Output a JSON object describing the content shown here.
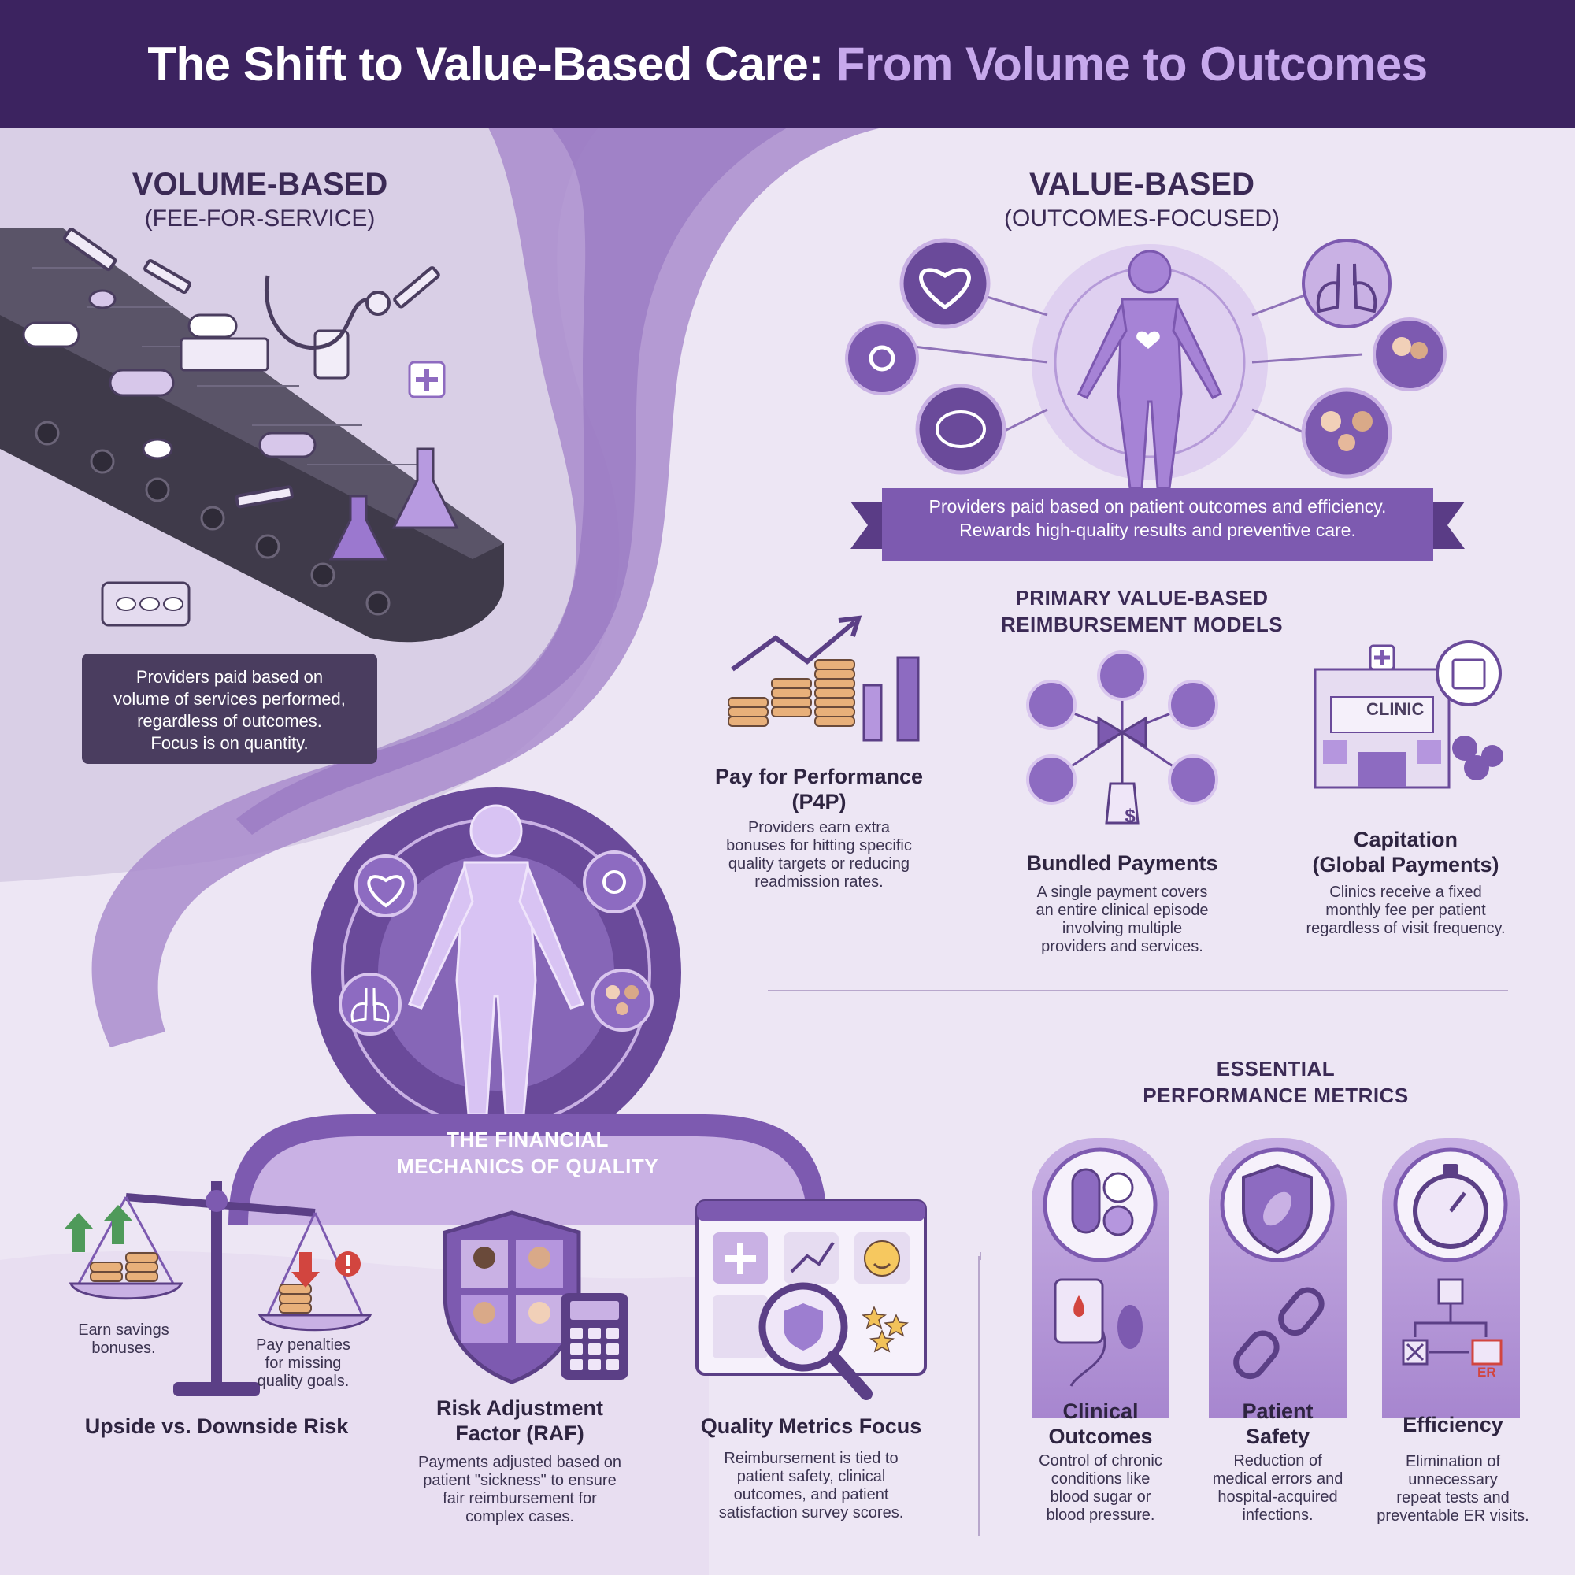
{
  "header": {
    "title_part1": "The Shift to Value-Based Care:",
    "title_part2": "From Volume to Outcomes"
  },
  "volume": {
    "title": "VOLUME-BASED",
    "subtitle": "(FEE-FOR-SERVICE)",
    "callout": [
      "Providers paid based on",
      "volume of services performed,",
      "regardless of outcomes.",
      "Focus is on quantity."
    ]
  },
  "value": {
    "title": "VALUE-BASED",
    "subtitle": "(OUTCOMES-FOCUSED)",
    "ribbon": [
      "Providers paid based on patient outcomes and efficiency.",
      "Rewards high-quality results and preventive care."
    ]
  },
  "models": {
    "heading": [
      "PRIMARY VALUE-BASED",
      "REIMBURSEMENT MODELS"
    ],
    "items": [
      {
        "title": [
          "Pay for Performance",
          "(P4P)"
        ],
        "desc": [
          "Providers earn extra",
          "bonuses for hitting specific",
          "quality targets or reducing",
          "readmission rates."
        ]
      },
      {
        "title": [
          "Bundled Payments"
        ],
        "desc": [
          "A single payment covers",
          "an entire clinical episode",
          "involving multiple",
          "providers and services."
        ],
        "tag": "$"
      },
      {
        "title": [
          "Capitation",
          "(Global Payments)"
        ],
        "desc": [
          "Clinics receive a fixed",
          "monthly fee per patient",
          "regardless of visit frequency."
        ],
        "sign": "CLINIC"
      }
    ]
  },
  "mechanics": {
    "heading": [
      "THE FINANCIAL",
      "MECHANICS OF QUALITY"
    ],
    "upside": "Earn savings bonuses.",
    "downside": [
      "Pay penalties",
      "for missing",
      "quality goals."
    ],
    "items": [
      {
        "title": [
          "Upside vs. Downside Risk"
        ],
        "desc": []
      },
      {
        "title": [
          "Risk Adjustment",
          "Factor (RAF)"
        ],
        "desc": [
          "Payments adjusted based on",
          "patient \"sickness\" to ensure",
          "fair reimbursement for",
          "complex cases."
        ]
      },
      {
        "title": [
          "Quality Metrics Focus"
        ],
        "desc": [
          "Reimbursement is tied to",
          "patient safety, clinical",
          "outcomes, and patient",
          "satisfaction survey scores."
        ]
      }
    ]
  },
  "metrics": {
    "heading": [
      "ESSENTIAL",
      "PERFORMANCE METRICS"
    ],
    "items": [
      {
        "title": [
          "Clinical",
          "Outcomes"
        ],
        "desc": [
          "Control of chronic",
          "conditions like",
          "blood sugar or",
          "blood pressure."
        ]
      },
      {
        "title": [
          "Patient",
          "Safety"
        ],
        "desc": [
          "Reduction of",
          "medical errors and",
          "hospital-acquired",
          "infections."
        ]
      },
      {
        "title": [
          "Efficiency"
        ],
        "desc": [
          "Elimination of",
          "unnecessary",
          "repeat tests and",
          "preventable ER visits."
        ],
        "er": "ER"
      }
    ]
  },
  "colors": {
    "header_bg": "#3c2360",
    "title_accent": "#c7a9ec",
    "purple_main": "#7d5ab0",
    "purple_light": "#c9b1e4",
    "background": "#ede6f4",
    "conveyor": "#4a4555",
    "arrow_up": "#4f9a5a",
    "arrow_down": "#d2453f"
  }
}
